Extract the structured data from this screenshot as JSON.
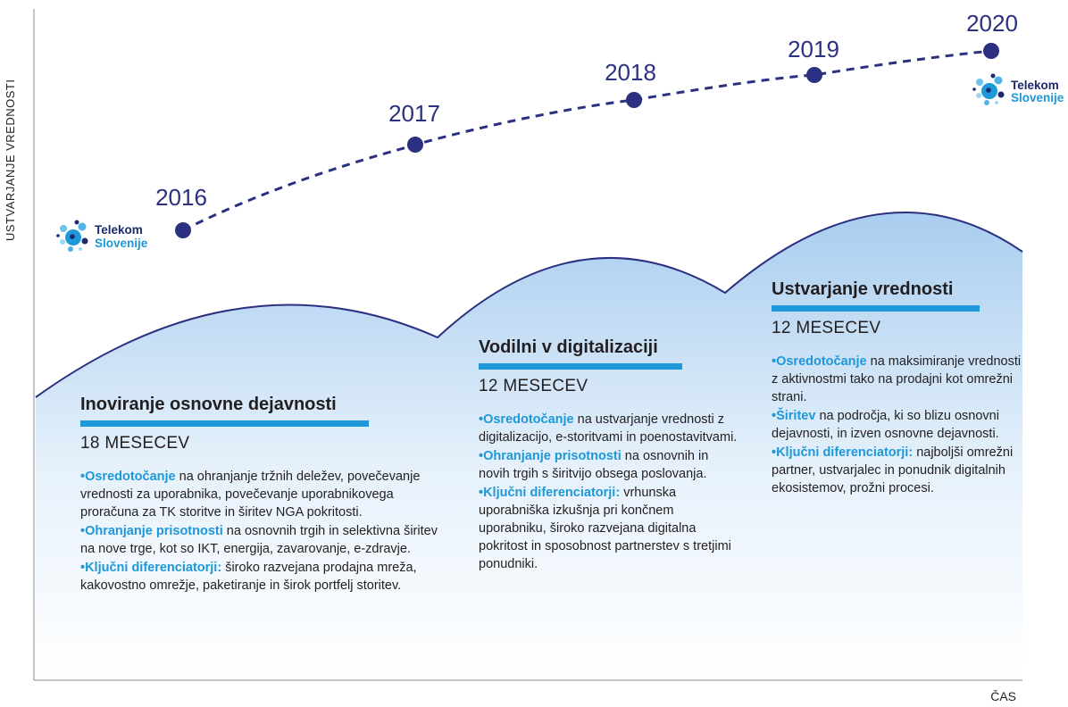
{
  "axes": {
    "y_label": "USTVARJANJE VREDNOSTI",
    "x_label": "ČAS"
  },
  "logo": {
    "line1": "Telekom",
    "line2": "Slovenije"
  },
  "timeline": {
    "points": [
      {
        "year": "2016"
      },
      {
        "year": "2017"
      },
      {
        "year": "2018"
      },
      {
        "year": "2019"
      },
      {
        "year": "2020"
      }
    ]
  },
  "phases": [
    {
      "title": "Inoviranje osnovne dejavnosti",
      "duration": "18 MESECEV",
      "items": [
        {
          "key": "Osredotočanje",
          "text": " na ohranjanje tržnih deležev, povečevanje vrednosti za uporabnika, povečevanje uporabnikovega proračuna za TK storitve in širitev NGA pokritosti."
        },
        {
          "key": "Ohranjanje prisotnosti",
          "text": " na osnovnih trgih in selektivna širitev na nove trge, kot so IKT, energija, zavarovanje, e-zdravje."
        },
        {
          "key": "Ključni diferenciatorji:",
          "text": " široko razvejana prodajna mreža, kakovostno omrežje, paketiranje in širok portfelj storitev."
        }
      ]
    },
    {
      "title": "Vodilni v digitalizaciji",
      "duration": "12 MESECEV",
      "items": [
        {
          "key": "Osredotočanje",
          "text": " na ustvarjanje vrednosti z digitalizacijo, e-storitvami in poenostavitvami."
        },
        {
          "key": "Ohranjanje prisotnosti",
          "text": " na osnovnih in novih trgih s širitvijo obsega poslovanja."
        },
        {
          "key": "Ključni diferenciatorji:",
          "text": " vrhunska uporabniška izkušnja pri končnem uporabniku, široko razvejana digitalna pokritost in sposobnost partnerstev s tretjimi ponudniki."
        }
      ]
    },
    {
      "title": "Ustvarjanje vrednosti",
      "duration": "12 MESECEV",
      "items": [
        {
          "key": "Osredotočanje",
          "text": " na maksimiranje vrednosti z aktivnostmi tako na prodajni kot omrežni strani."
        },
        {
          "key": "Širitev",
          "text": " na področja, ki so blizu osnovni dejavnosti, in izven osnovne dejavnosti."
        },
        {
          "key": "Ključni diferenciatorji:",
          "text": " najboljši omrežni partner, ustvarjalec in ponudnik digitalnih ekosistemov, prožni procesi."
        }
      ]
    }
  ],
  "colors": {
    "navy": "#2b3080",
    "blue": "#1e98d8",
    "hill_top": "#a9cdef",
    "hill_bottom": "#ffffff"
  }
}
